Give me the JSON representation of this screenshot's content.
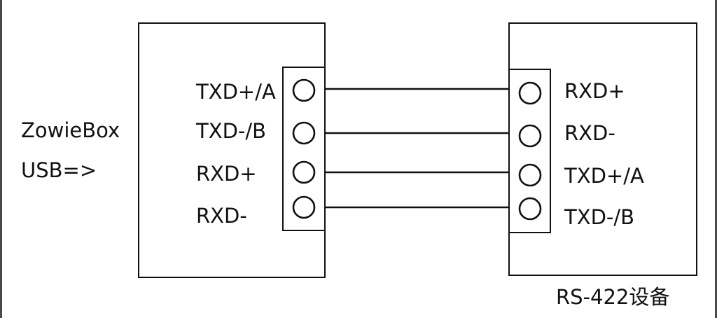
{
  "left_device": {
    "name": "ZowieBox",
    "interface": "USB=>",
    "pins": [
      "TXD+/A",
      "TXD-/B",
      "RXD+",
      "RXD-"
    ]
  },
  "right_device": {
    "caption": "RS-422设备",
    "pins": [
      "RXD+",
      "RXD-",
      "TXD+/A",
      "TXD-/B"
    ]
  },
  "connections": [
    {
      "from": "TXD+/A",
      "to": "RXD+"
    },
    {
      "from": "TXD-/B",
      "to": "RXD-"
    },
    {
      "from": "RXD+",
      "to": "TXD+/A"
    },
    {
      "from": "RXD-",
      "to": "TXD-/B"
    }
  ]
}
